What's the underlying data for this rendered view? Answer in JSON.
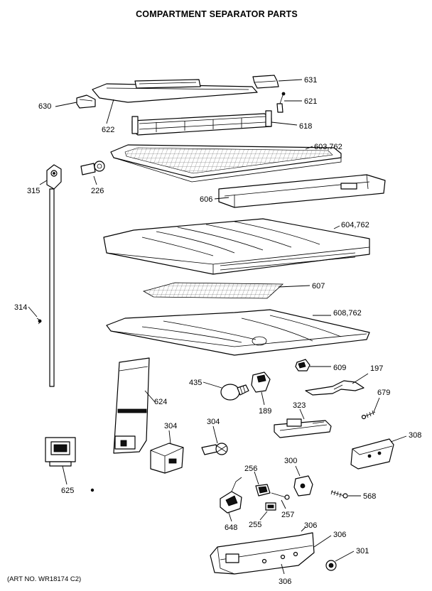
{
  "title": "COMPARTMENT SEPARATOR PARTS",
  "art_number": "(ART NO. WR18174 C2)",
  "labels": {
    "l631": "631",
    "l621": "621",
    "l630": "630",
    "l622": "622",
    "l618": "618",
    "l603": "603,762",
    "l315": "315",
    "l226": "226",
    "l606": "606",
    "l604": "604,762",
    "l607": "607",
    "l314": "314",
    "l608": "608,762",
    "l609": "609",
    "l197": "197",
    "l435": "435",
    "l624": "624",
    "l189": "189",
    "l679": "679",
    "l323": "323",
    "l304a": "304",
    "l304b": "304",
    "l308": "308",
    "l625": "625",
    "l300": "300",
    "l256": "256",
    "l568": "568",
    "l648": "648",
    "l257": "257",
    "l255": "255",
    "l306a": "306",
    "l306b": "306",
    "l301": "301",
    "l306c": "306"
  }
}
